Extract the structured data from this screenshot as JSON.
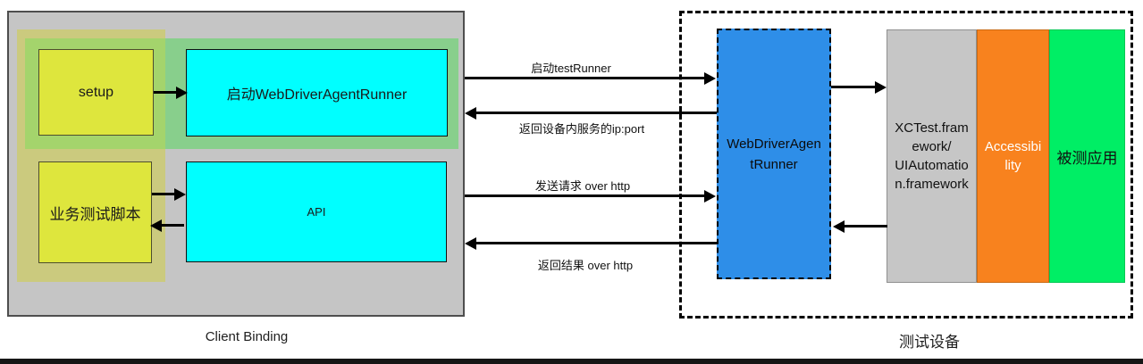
{
  "diagram_title": "WebDriverAgent architecture diagram",
  "client": {
    "caption": "Client Binding",
    "setup": "setup",
    "launch_runner": "启动WebDriverAgentRunner",
    "test_script": "业务测试脚本",
    "api": "API"
  },
  "device": {
    "caption": "测试设备",
    "wda_runner": "WebDriverAgen\ntRunner",
    "xctest_framework": "XCTest.fram\nework/\nUIAutomatio\nn.framework",
    "accessibility": "Accessibi\nlity",
    "app_under_test": "被测应用"
  },
  "messages": {
    "launch_test_runner": "启动testRunner",
    "return_ip_port": "返回设备内服务的ip:port",
    "send_request": "发送请求 over http",
    "return_result": "返回结果 over http"
  },
  "colors": {
    "client_container_bg": "#c5c5c5",
    "highlight_band_yellow": "#cbca7e",
    "highlight_band_green": "#88cf8c",
    "highlight_band_overlap": "#a4d46c",
    "box_yellow": "#dee63d",
    "box_cyan": "#00ffff",
    "box_blue": "#2e8ee8",
    "box_gray": "#c6c6c6",
    "box_orange": "#f8821e",
    "box_green": "#00ee65",
    "arrow": "#000000",
    "bottom_bar": "#161616"
  }
}
